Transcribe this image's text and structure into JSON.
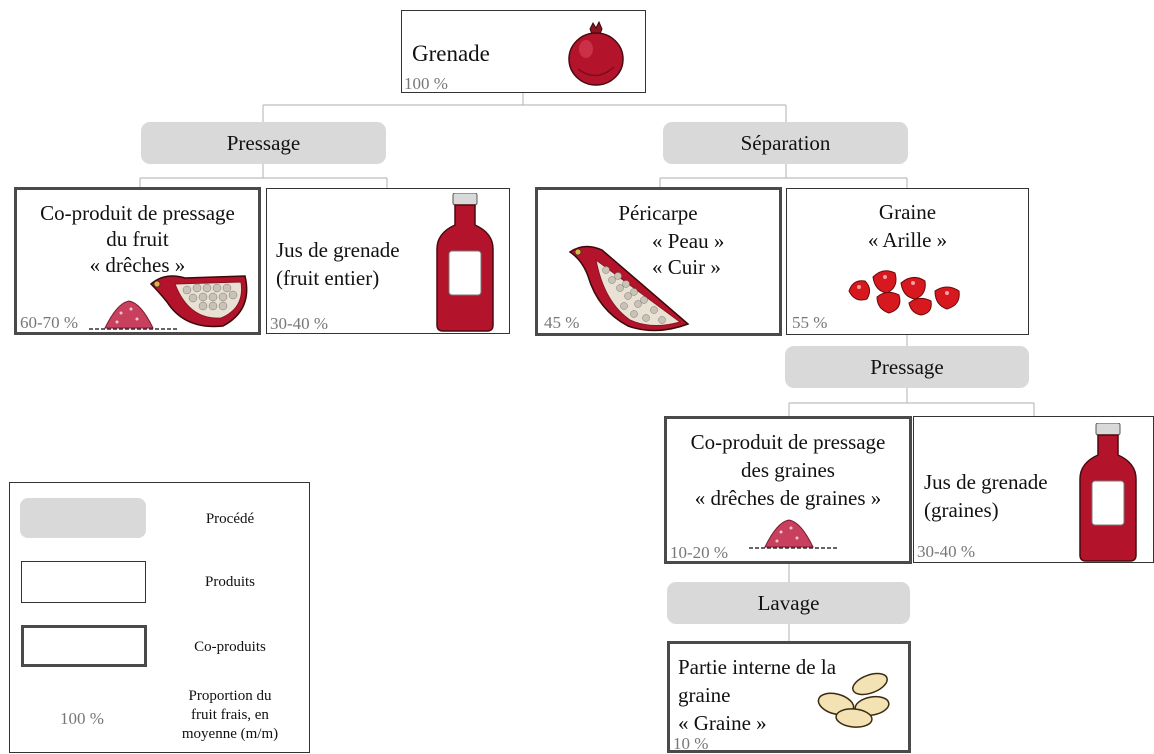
{
  "root": {
    "label": "Grenade",
    "pct": "100 %"
  },
  "left": {
    "process": "Pressage",
    "coproduct": {
      "line1": "Co-produit de pressage",
      "line2": "du fruit",
      "line3": "« drêches »",
      "pct": "60-70 %"
    },
    "juice": {
      "line1": "Jus de grenade",
      "line2": "(fruit entier)",
      "pct": "30-40 %"
    }
  },
  "right": {
    "process": "Séparation",
    "pericarp": {
      "line1": "Péricarpe",
      "line2": "« Peau »",
      "line3": "« Cuir »",
      "pct": "45 %"
    },
    "seed": {
      "line1": "Graine",
      "line2": "« Arille »",
      "pct": "55 %"
    },
    "process2": "Pressage",
    "seed_coproduct": {
      "line1": "Co-produit de pressage",
      "line2": "des graines",
      "line3": "« drêches de graines »",
      "pct": "10-20 %"
    },
    "seed_juice": {
      "line1": "Jus de grenade",
      "line2": "(graines)",
      "pct": "30-40 %"
    },
    "process3": "Lavage",
    "inner": {
      "line1": "Partie interne de la",
      "line2": "graine",
      "line3": "« Graine »",
      "pct": "10 %"
    }
  },
  "legend": {
    "process": "Procédé",
    "products": "Produits",
    "coproducts": "Co-produits",
    "pct_example": "100 %",
    "proportion_line1": "Proportion du",
    "proportion_line2": "fruit frais, en",
    "proportion_line3": "moyenne (m/m)"
  },
  "icons": [
    "pomegranate-icon",
    "bottle-icon",
    "pomace-pile-icon",
    "pomegranate-slice-icon",
    "arils-icon",
    "inner-seeds-icon"
  ],
  "colors": {
    "process_fill": "#d9d9d9",
    "coproduct_border": "#4a4a4a",
    "pct_text": "#777777",
    "fruit_red": "#b3142b"
  }
}
